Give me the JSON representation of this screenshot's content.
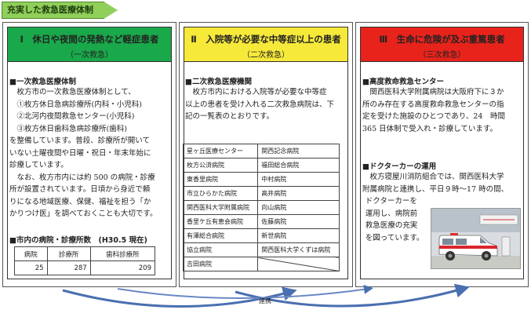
{
  "title": "充実した救急医療体制",
  "link_label": "連携",
  "col1": {
    "header_title": "Ⅰ　休日や夜間の発熱など軽症患者",
    "header_sub": "（一次救急）",
    "section_title": "■一次救急医療体制",
    "intro": "枚方市の一次救急医療体制として、",
    "facilities": [
      "①枚方休日急病診療所(内科・小児科)",
      "②北河内夜間救急センター(小児科)",
      "③枚方休日歯科急病診療所(歯科)"
    ],
    "body": [
      "を整備しています。普段、診療所が開いて",
      "いない土曜夜間や日曜・祝日・年末年始に",
      "診療しています。",
      "　なお、枚方市内には約 500 の病院・診療",
      "所が設置されています。日頃から身近で頼",
      "りになる地域医療、保健、福祉を担う「か",
      "かりつけ医」を調べておくことも大切です。"
    ],
    "count_title": "■市内の病院・診療所数　(H30.5 現在)",
    "count_headers": [
      "病院",
      "診療所",
      "歯科診療所"
    ],
    "count_values": [
      "25",
      "287",
      "209"
    ]
  },
  "col2": {
    "header_title": "Ⅱ　入院等が必要な中等症以上の患者",
    "header_sub": "（二次救急）",
    "section_title": "■二次救急医療機関",
    "body": [
      "　枚方市内における入院等が必要な中等症",
      "以上の患者を受け入れる二次救急病院は、下",
      "記の一覧表のとおりです。"
    ],
    "hospitals": [
      [
        "星ヶ丘医療センター",
        "関西記念病院"
      ],
      [
        "枚方公済病院",
        "福田総合病院"
      ],
      [
        "東香里病院",
        "中村病院"
      ],
      [
        "市立ひらかた病院",
        "高井病院"
      ],
      [
        "関西医科大学附属病院",
        "向山病院"
      ],
      [
        "香里ケ丘有恵会病院",
        "佐藤病院"
      ],
      [
        "有澤総合病院",
        "新世病院"
      ],
      [
        "協立病院",
        "関西医科大学くずは病院"
      ],
      [
        "吉田病院",
        ""
      ]
    ]
  },
  "col3": {
    "header_title": "Ⅲ　生命に危険が及ぶ重篤患者",
    "header_sub": "（三次救急）",
    "section1_title": "■高度救命救急センター",
    "section1_body": [
      "　関西医科大学附属病院は大阪府下に３か",
      "所のみ存在する高度救命救急センターの指",
      "定を受けた施設のひとつであり、24　時間",
      "365 日体制で受入れ・診療しています。"
    ],
    "section2_title": "■ドクターカーの運用",
    "section2_body": [
      "　枚方寝屋川消防組合では、関西医科大学",
      "附属病院と連携し、平日９時～17 時の間、",
      "ドクターカーを",
      "運用し、病院前",
      "救急医療の充実",
      "を図っています。"
    ]
  }
}
